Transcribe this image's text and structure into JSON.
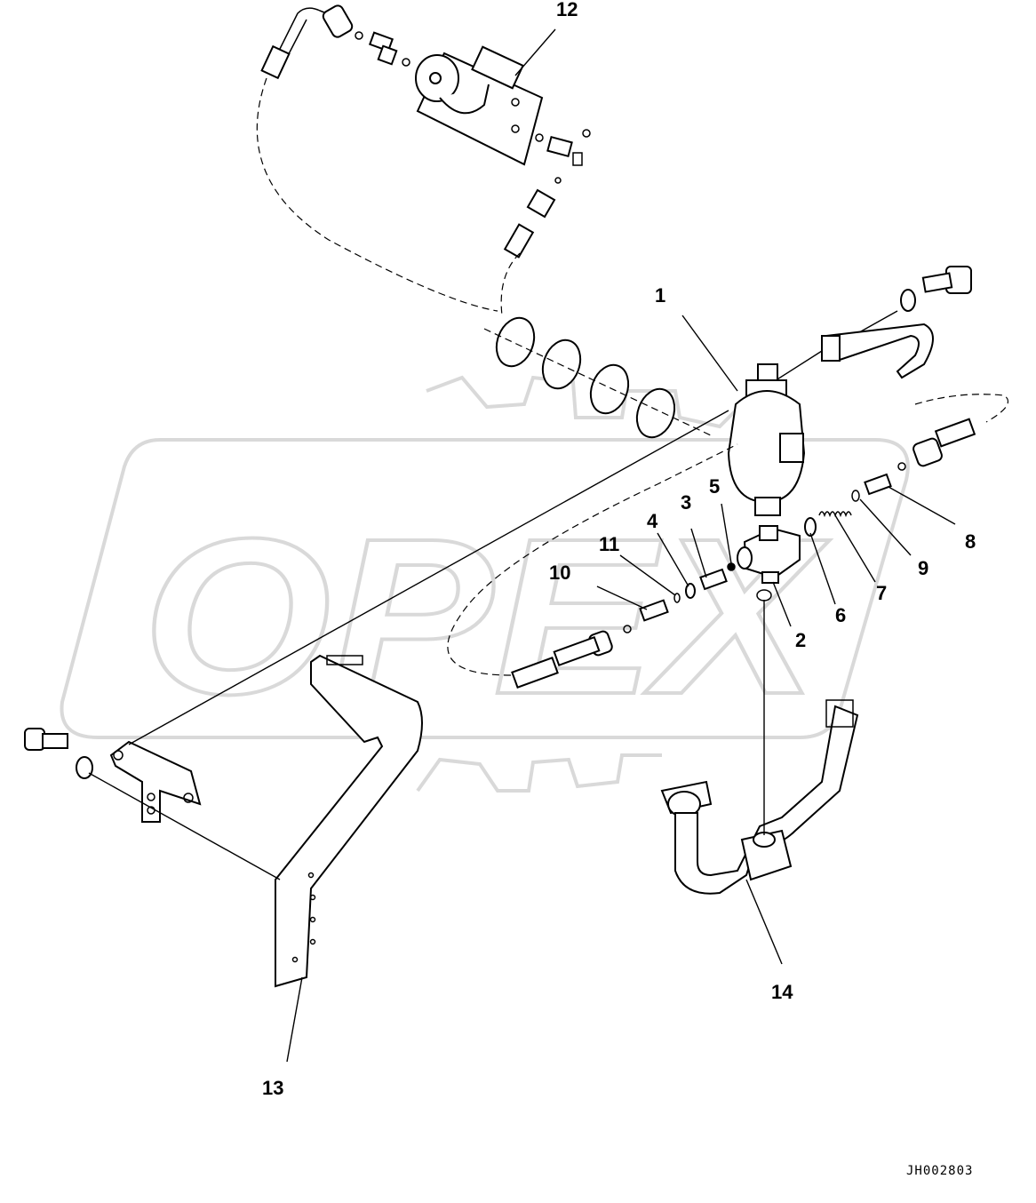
{
  "document": {
    "drawing_id": "JH002803",
    "watermark": "OPEX"
  },
  "callouts": [
    {
      "id": "1",
      "label": "1"
    },
    {
      "id": "2",
      "label": "2"
    },
    {
      "id": "3",
      "label": "3"
    },
    {
      "id": "4",
      "label": "4"
    },
    {
      "id": "5",
      "label": "5"
    },
    {
      "id": "6",
      "label": "6"
    },
    {
      "id": "7",
      "label": "7"
    },
    {
      "id": "8",
      "label": "8"
    },
    {
      "id": "9",
      "label": "9"
    },
    {
      "id": "10",
      "label": "10"
    },
    {
      "id": "11",
      "label": "11"
    },
    {
      "id": "12",
      "label": "12"
    },
    {
      "id": "13",
      "label": "13"
    },
    {
      "id": "14",
      "label": "14"
    }
  ],
  "colors": {
    "line": "#000000",
    "watermark": "#d9d9d9",
    "background": "#ffffff"
  }
}
